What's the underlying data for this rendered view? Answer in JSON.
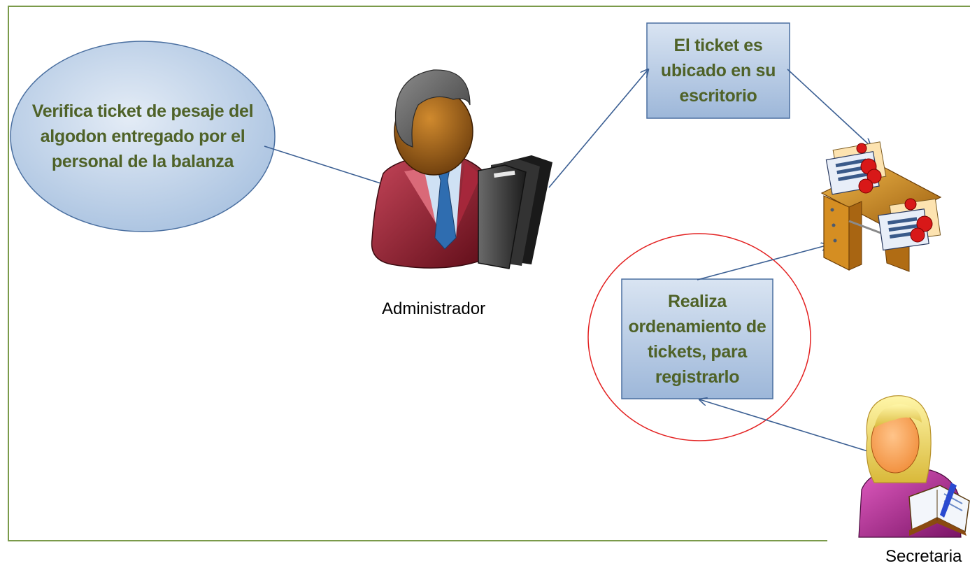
{
  "nodes": {
    "verifica": "Verifica ticket de pesaje del algodon entregado por el personal de la balanza",
    "ubicado": "El ticket es ubicado en su escritorio",
    "realiza": "Realiza ordenamiento de tickets, para registrarlo"
  },
  "actors": {
    "administrador": "Administrador",
    "secretaria": "Secretaria"
  },
  "colors": {
    "frame": "#7a9a4a",
    "node_text": "#4f6228",
    "arrow": "#3b5f93",
    "highlight_circle": "#e32020"
  },
  "icons": [
    "administrator-icon",
    "desk-with-documents-icon",
    "secretary-icon"
  ]
}
